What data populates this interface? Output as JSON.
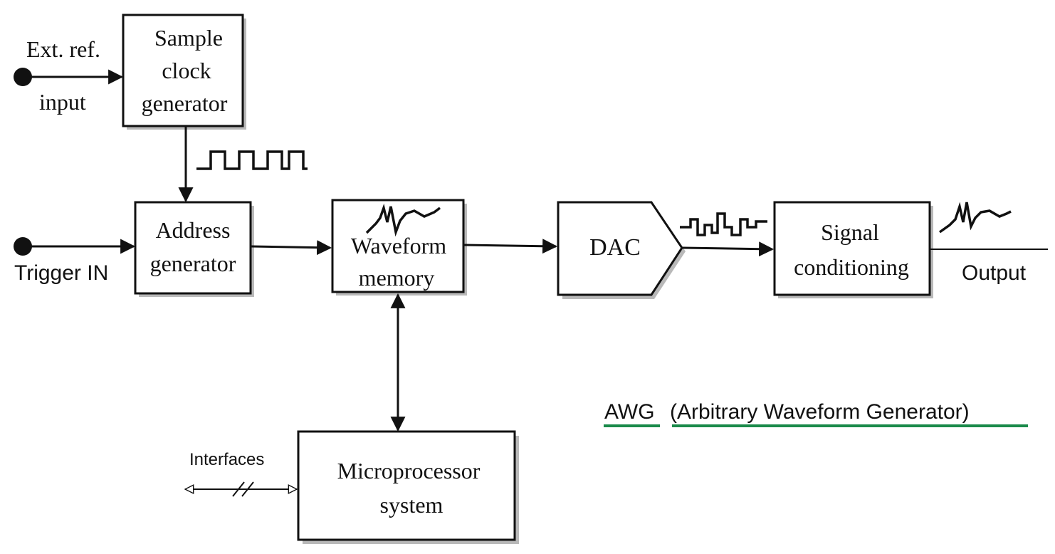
{
  "inputs": {
    "ext_ref_line1": "Ext. ref.",
    "ext_ref_line2": "input",
    "trigger": "Trigger IN"
  },
  "blocks": {
    "sample_clock": [
      "Sample",
      "clock",
      "generator"
    ],
    "address": [
      "Address",
      "generator"
    ],
    "waveform_memory": [
      "Waveform",
      "memory"
    ],
    "dac": "DAC",
    "signal_conditioning": [
      "Signal",
      "conditioning"
    ],
    "microprocessor": [
      "Microprocessor",
      "system"
    ]
  },
  "labels": {
    "output": "Output",
    "interfaces": "Interfaces"
  },
  "caption": {
    "abbr": "AWG",
    "full": "(Arbitrary Waveform Generator)",
    "underline_color": "#1a8a4a"
  }
}
